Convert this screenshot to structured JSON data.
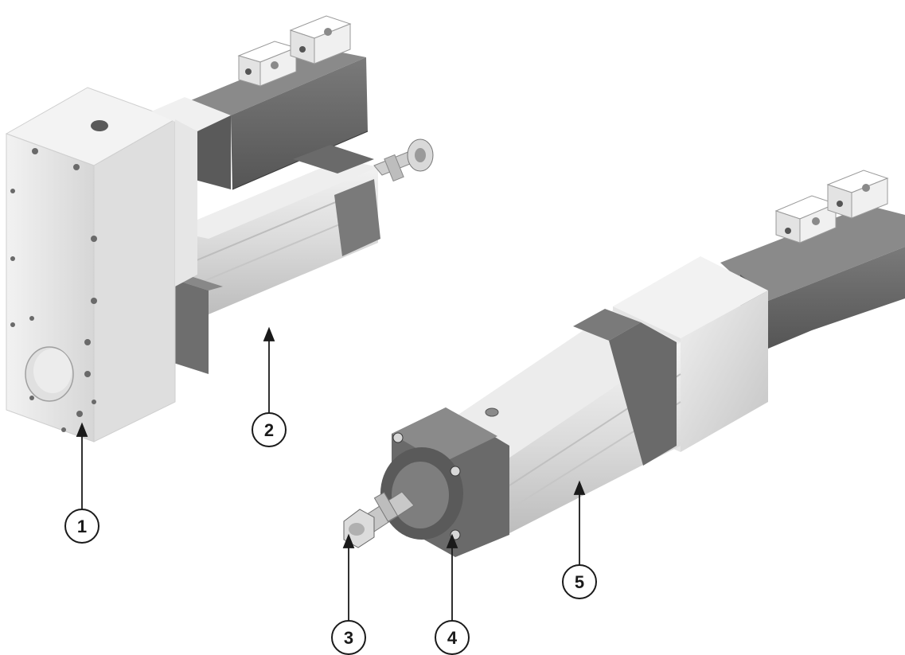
{
  "colors": {
    "light_body": "#e9e9e9",
    "light_shade": "#cfcfcf",
    "light_highlight": "#f6f6f6",
    "dark_body": "#6a6a6a",
    "dark_shade": "#4a4a4a",
    "mid_gray": "#8a8a8a",
    "connector": "#f2f2f2",
    "stroke": "#1a1a1a"
  },
  "callouts": [
    {
      "label": "1"
    },
    {
      "label": "2"
    },
    {
      "label": "3"
    },
    {
      "label": "4"
    },
    {
      "label": "5"
    }
  ]
}
